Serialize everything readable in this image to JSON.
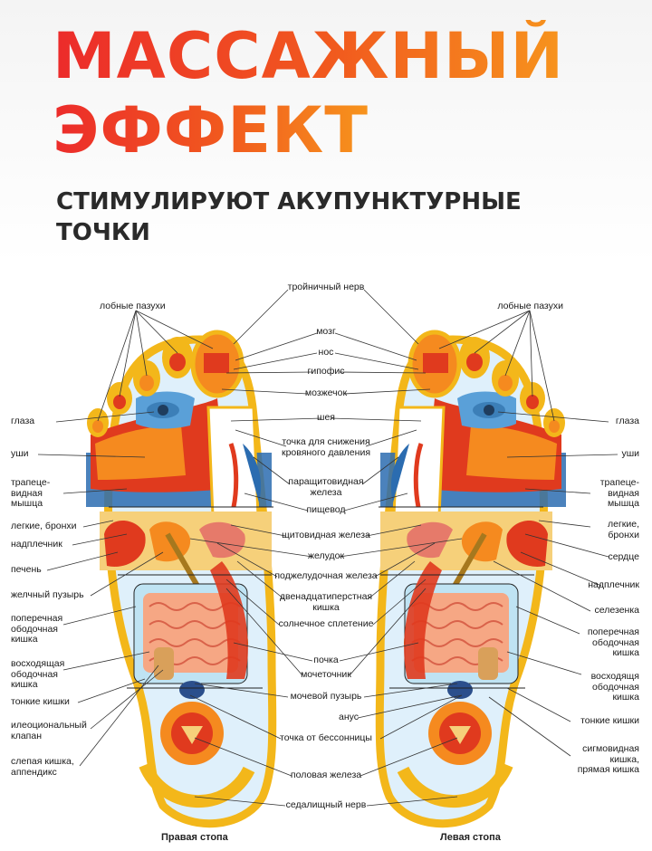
{
  "header": {
    "title_line1": "МАССАЖНЫЙ",
    "title_line2": "ЭФФЕКТ",
    "subtitle_line1": "СТИМУЛИРУЮТ АКУПУНКТУРНЫЕ",
    "subtitle_line2": "ТОЧКИ"
  },
  "diagram": {
    "captions": {
      "right_foot": "Правая стопа",
      "left_foot": "Левая стопа"
    },
    "left_labels": {
      "frontal_sinuses": "лобные пазухи",
      "eyes": "глаза",
      "ears": "уши",
      "trapezius": "трапеце-\nвидная\nмышца",
      "lungs": "легкие, бронхи",
      "shoulder": "надплечник",
      "liver": "печень",
      "gallbladder": "желчный пузырь",
      "transverse_colon": "поперечная\nободочная\nкишка",
      "ascending_colon": "восходящая\nободочная\nкишка",
      "small_intestine": "тонкие кишки",
      "ileocecal_valve": "илеоциональный\nклапан",
      "cecum": "слепая кишка,\nаппендикс"
    },
    "center_labels": {
      "trigeminal": "тройничный нерв",
      "brain": "мозг",
      "nose": "нос",
      "pituitary": "гипофис",
      "cerebellum": "мозжечок",
      "neck": "шея",
      "pressure_point": "точка для снижения\nкровяного давления",
      "parathyroid": "паращитовидная\nжелеза",
      "esophagus": "пищевод",
      "thyroid": "щитовидная железа",
      "stomach": "желудок",
      "pancreas": "поджелудочная железа",
      "duodenum": "двенадцатиперстная\nкишка",
      "solar_plexus": "солнечное сплетение",
      "kidney": "почка",
      "ureter": "мочеточник",
      "bladder": "мочевой пузырь",
      "anus": "анус",
      "insomnia_point": "точка от бессонницы",
      "genital_gland": "половая железа",
      "sciatic_nerve": "седалищный нерв"
    },
    "right_labels": {
      "frontal_sinuses": "лобные пазухи",
      "eyes": "глаза",
      "ears": "уши",
      "trapezius": "трапеце-\nвидная\nмышца",
      "lungs": "легкие,\nбронхи",
      "heart": "сердце",
      "shoulder": "надплечник",
      "spleen": "селезенка",
      "transverse_colon": "поперечная\nободочная\nкишка",
      "descending_colon": "восходящя\nободочная\nкишка",
      "small_intestine": "тонкие кишки",
      "sigmoid_colon": "сигмовидная\nкишка,\nпрямая кишка"
    }
  },
  "colors": {
    "title_red": "#ec2b2b",
    "title_orange": "#f7941d",
    "foot_outline": "#f3b71a",
    "foot_blue": "#2b6cb0",
    "organ_red": "#e03a1e",
    "organ_orange": "#f58a1f",
    "intestine_pink": "#f6a784",
    "intestine_blue": "#bfe3f3"
  }
}
